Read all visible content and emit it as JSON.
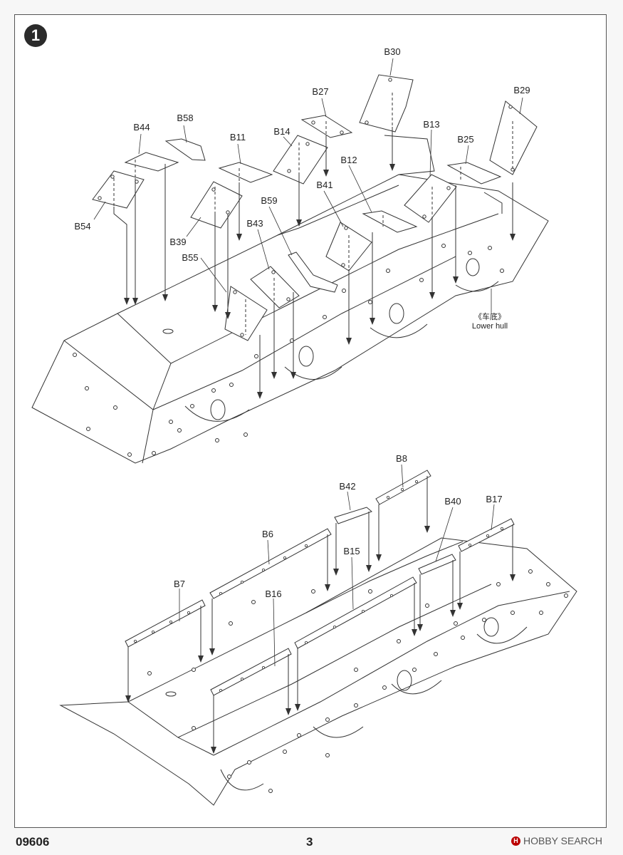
{
  "step_number": "1",
  "part_labels": {
    "b30": "B30",
    "b27": "B27",
    "b29": "B29",
    "b44": "B44",
    "b58": "B58",
    "b11": "B11",
    "b14": "B14",
    "b13": "B13",
    "b25": "B25",
    "b12": "B12",
    "b54": "B54",
    "b41": "B41",
    "b59": "B59",
    "b39": "B39",
    "b43": "B43",
    "b55": "B55",
    "b8": "B8",
    "b42": "B42",
    "b40": "B40",
    "b17": "B17",
    "b6": "B6",
    "b15": "B15",
    "b7": "B7",
    "b16": "B16"
  },
  "lower_hull_cn": "《车底》",
  "lower_hull_en": "Lower hull",
  "footer": {
    "code": "09606",
    "page": "3"
  },
  "watermark": {
    "logo": "H",
    "text": "HOBBY SEARCH"
  }
}
